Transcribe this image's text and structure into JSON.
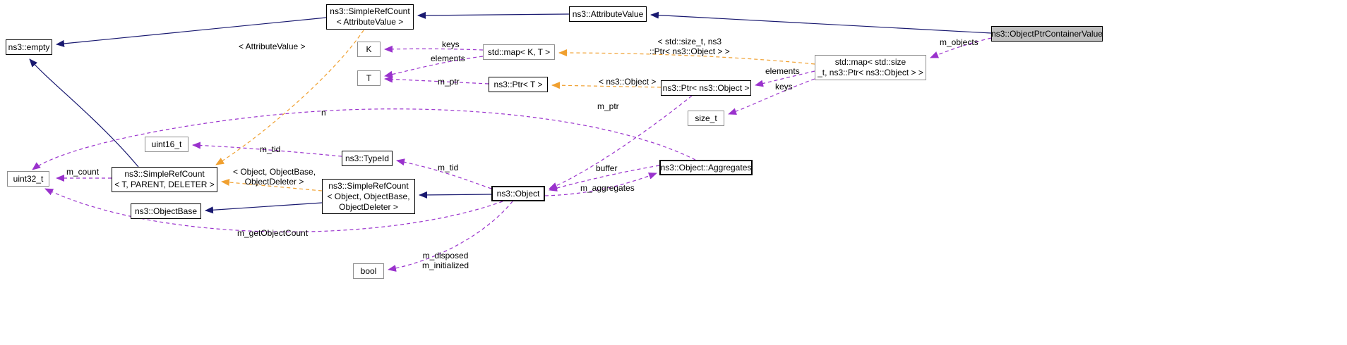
{
  "diagram": {
    "kind": "doxygen-collaboration-graph",
    "main_class": "ns3::ObjectPtrContainerValue",
    "colors": {
      "inheritance": "#191970",
      "member": "#9a32cd",
      "template_instance": "#f0a030",
      "main_node_fill": "#bfbfbf",
      "node_border": "#000000",
      "external_node_border": "#8f8f8f",
      "background": "#ffffff"
    },
    "nodes": [
      {
        "id": "simplerefcount-attributevalue",
        "label": "ns3::SimpleRefCount\n< AttributeValue >",
        "documented": true
      },
      {
        "id": "attributevalue",
        "label": "ns3::AttributeValue",
        "documented": true
      },
      {
        "id": "objectptrcontainervalue",
        "label": "ns3::ObjectPtrContainerValue",
        "documented": true,
        "main": true
      },
      {
        "id": "empty",
        "label": "ns3::empty",
        "documented": true
      },
      {
        "id": "k",
        "label": "K",
        "documented": false
      },
      {
        "id": "map-k-t",
        "label": "std::map< K, T >",
        "documented": false
      },
      {
        "id": "t",
        "label": "T",
        "documented": false
      },
      {
        "id": "ptr-t",
        "label": "ns3::Ptr< T >",
        "documented": true
      },
      {
        "id": "ptr-object",
        "label": "ns3::Ptr< ns3::Object >",
        "documented": true
      },
      {
        "id": "map-sizet-ptr",
        "label": "std::map< std::size\n_t, ns3::Ptr< ns3::Object > >",
        "documented": false
      },
      {
        "id": "size-t",
        "label": "size_t",
        "documented": false
      },
      {
        "id": "uint16-t",
        "label": "uint16_t",
        "documented": false
      },
      {
        "id": "uint32-t",
        "label": "uint32_t",
        "documented": false
      },
      {
        "id": "simplerefcount-tpd",
        "label": "ns3::SimpleRefCount\n< T, PARENT, DELETER >",
        "documented": true
      },
      {
        "id": "typeid",
        "label": "ns3::TypeId",
        "documented": true
      },
      {
        "id": "simplerefcount-object",
        "label": "ns3::SimpleRefCount\n< Object, ObjectBase,\nObjectDeleter >",
        "documented": true
      },
      {
        "id": "objectbase",
        "label": "ns3::ObjectBase",
        "documented": true
      },
      {
        "id": "object",
        "label": "ns3::Object",
        "documented": true,
        "emphasized": true
      },
      {
        "id": "aggregates",
        "label": "ns3::Object::Aggregates",
        "documented": true,
        "emphasized": true
      },
      {
        "id": "bool",
        "label": "bool",
        "documented": false
      }
    ],
    "edges": [
      {
        "from": "attributevalue",
        "to": "simplerefcount-attributevalue",
        "type": "inheritance",
        "label": ""
      },
      {
        "from": "objectptrcontainervalue",
        "to": "attributevalue",
        "type": "inheritance",
        "label": ""
      },
      {
        "from": "simplerefcount-attributevalue",
        "to": "empty",
        "type": "inheritance",
        "label": ""
      },
      {
        "from": "simplerefcount-tpd",
        "to": "empty",
        "type": "inheritance",
        "label": ""
      },
      {
        "from": "simplerefcount-object",
        "to": "objectbase",
        "type": "inheritance",
        "label": ""
      },
      {
        "from": "object",
        "to": "simplerefcount-object",
        "type": "inheritance",
        "label": ""
      },
      {
        "from": "simplerefcount-attributevalue",
        "to": "simplerefcount-tpd",
        "type": "template",
        "label": "< AttributeValue >"
      },
      {
        "from": "map-sizet-ptr",
        "to": "map-k-t",
        "type": "template",
        "label": "< std::size_t, ns3\n::Ptr< ns3::Object > >"
      },
      {
        "from": "ptr-object",
        "to": "ptr-t",
        "type": "template",
        "label": "< ns3::Object >"
      },
      {
        "from": "simplerefcount-object",
        "to": "simplerefcount-tpd",
        "type": "template",
        "label": "< Object, ObjectBase,\nObjectDeleter >"
      },
      {
        "from": "map-k-t",
        "to": "k",
        "type": "member",
        "label": "keys"
      },
      {
        "from": "map-k-t",
        "to": "t",
        "type": "member",
        "label": "elements"
      },
      {
        "from": "ptr-t",
        "to": "t",
        "type": "member",
        "label": "m_ptr"
      },
      {
        "from": "objectptrcontainervalue",
        "to": "map-sizet-ptr",
        "type": "member",
        "label": "m_objects"
      },
      {
        "from": "map-sizet-ptr",
        "to": "ptr-object",
        "type": "member",
        "label": "elements"
      },
      {
        "from": "map-sizet-ptr",
        "to": "size-t",
        "type": "member",
        "label": "keys"
      },
      {
        "from": "ptr-object",
        "to": "object",
        "type": "member",
        "label": "m_ptr"
      },
      {
        "from": "aggregates",
        "to": "object",
        "type": "member",
        "label": "buffer"
      },
      {
        "from": "object",
        "to": "aggregates",
        "type": "member",
        "label": "m_aggregates"
      },
      {
        "from": "aggregates",
        "to": "uint32-t",
        "type": "member",
        "label": "n"
      },
      {
        "from": "simplerefcount-tpd",
        "to": "uint32-t",
        "type": "member",
        "label": "m_count"
      },
      {
        "from": "object",
        "to": "uint32-t",
        "type": "member",
        "label": "m_getObjectCount"
      },
      {
        "from": "object",
        "to": "bool",
        "type": "member",
        "label": "m_disposed\nm_initialized"
      },
      {
        "from": "object",
        "to": "typeid",
        "type": "member",
        "label": "m_tid"
      },
      {
        "from": "typeid",
        "to": "uint16-t",
        "type": "member",
        "label": "m_tid"
      }
    ]
  }
}
